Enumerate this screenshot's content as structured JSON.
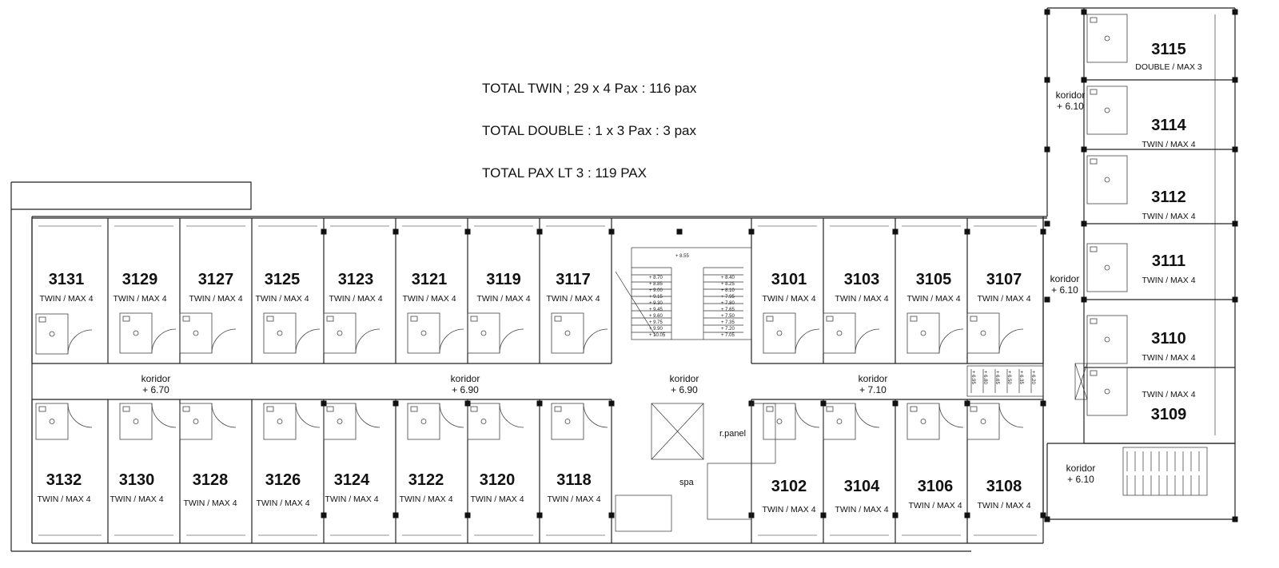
{
  "summary": {
    "line1": "TOTAL TWIN ; 29 x 4 Pax : 116 pax",
    "line2": "TOTAL DOUBLE : 1 x 3 Pax  :  3 pax",
    "line3": "TOTAL PAX LT 3 : 119 PAX"
  },
  "rooms": [
    {
      "number": "3131",
      "type": "TWIN / MAX 4"
    },
    {
      "number": "3129",
      "type": "TWIN / MAX 4"
    },
    {
      "number": "3127",
      "type": "TWIN / MAX 4"
    },
    {
      "number": "3125",
      "type": "TWIN / MAX 4"
    },
    {
      "number": "3123",
      "type": "TWIN / MAX 4"
    },
    {
      "number": "3121",
      "type": "TWIN / MAX 4"
    },
    {
      "number": "3119",
      "type": "TWIN / MAX 4"
    },
    {
      "number": "3117",
      "type": "TWIN / MAX 4"
    },
    {
      "number": "3101",
      "type": "TWIN / MAX 4"
    },
    {
      "number": "3103",
      "type": "TWIN / MAX 4"
    },
    {
      "number": "3105",
      "type": "TWIN / MAX 4"
    },
    {
      "number": "3107",
      "type": "TWIN / MAX 4"
    },
    {
      "number": "3132",
      "type": "TWIN / MAX 4"
    },
    {
      "number": "3130",
      "type": "TWIN / MAX 4"
    },
    {
      "number": "3128",
      "type": "TWIN / MAX 4"
    },
    {
      "number": "3126",
      "type": "TWIN / MAX 4"
    },
    {
      "number": "3124",
      "type": "TWIN / MAX 4"
    },
    {
      "number": "3122",
      "type": "TWIN / MAX 4"
    },
    {
      "number": "3120",
      "type": "TWIN / MAX 4"
    },
    {
      "number": "3118",
      "type": "TWIN / MAX 4"
    },
    {
      "number": "3102",
      "type": "TWIN / MAX 4"
    },
    {
      "number": "3104",
      "type": "TWIN / MAX 4"
    },
    {
      "number": "3106",
      "type": "TWIN / MAX 4"
    },
    {
      "number": "3108",
      "type": "TWIN / MAX 4"
    },
    {
      "number": "3115",
      "type": "DOUBLE / MAX 3"
    },
    {
      "number": "3114",
      "type": "TWIN / MAX 4"
    },
    {
      "number": "3112",
      "type": "TWIN / MAX 4"
    },
    {
      "number": "3111",
      "type": "TWIN / MAX 4"
    },
    {
      "number": "3110",
      "type": "TWIN / MAX 4"
    },
    {
      "number": "3109",
      "type": "TWIN / MAX 4"
    }
  ],
  "corridors": [
    {
      "label": "koridor",
      "level": "+ 6.70"
    },
    {
      "label": "koridor",
      "level": "+ 6.90"
    },
    {
      "label": "koridor",
      "level": "+ 6.90"
    },
    {
      "label": "koridor",
      "level": "+ 7.10"
    },
    {
      "label": "koridor",
      "level": "+ 6.10"
    },
    {
      "label": "koridor",
      "level": "+ 6.10"
    },
    {
      "label": "koridor",
      "level": "+ 6.10"
    }
  ],
  "stair": {
    "top": "+ 8.55",
    "left": [
      "+ 8.70",
      "+ 8.85",
      "+ 9.00",
      "+ 9.15",
      "+ 9.30",
      "+ 9.45",
      "+ 9.60",
      "+ 9.75",
      "+ 9.90",
      "+ 10.05"
    ],
    "right": [
      "+ 8.40",
      "+ 8.25",
      "+ 8.10",
      "+ 7.95",
      "+ 7.80",
      "+ 7.65",
      "+ 7.50",
      "+ 7.35",
      "+ 7.20",
      "+ 7.05"
    ]
  },
  "ramp_levels": [
    "+ 6.95",
    "+ 6.80",
    "+ 6.65",
    "+ 6.50",
    "+ 6.35",
    "+ 6.20"
  ],
  "labels": {
    "panel": "r.panel",
    "spa": "spa"
  }
}
